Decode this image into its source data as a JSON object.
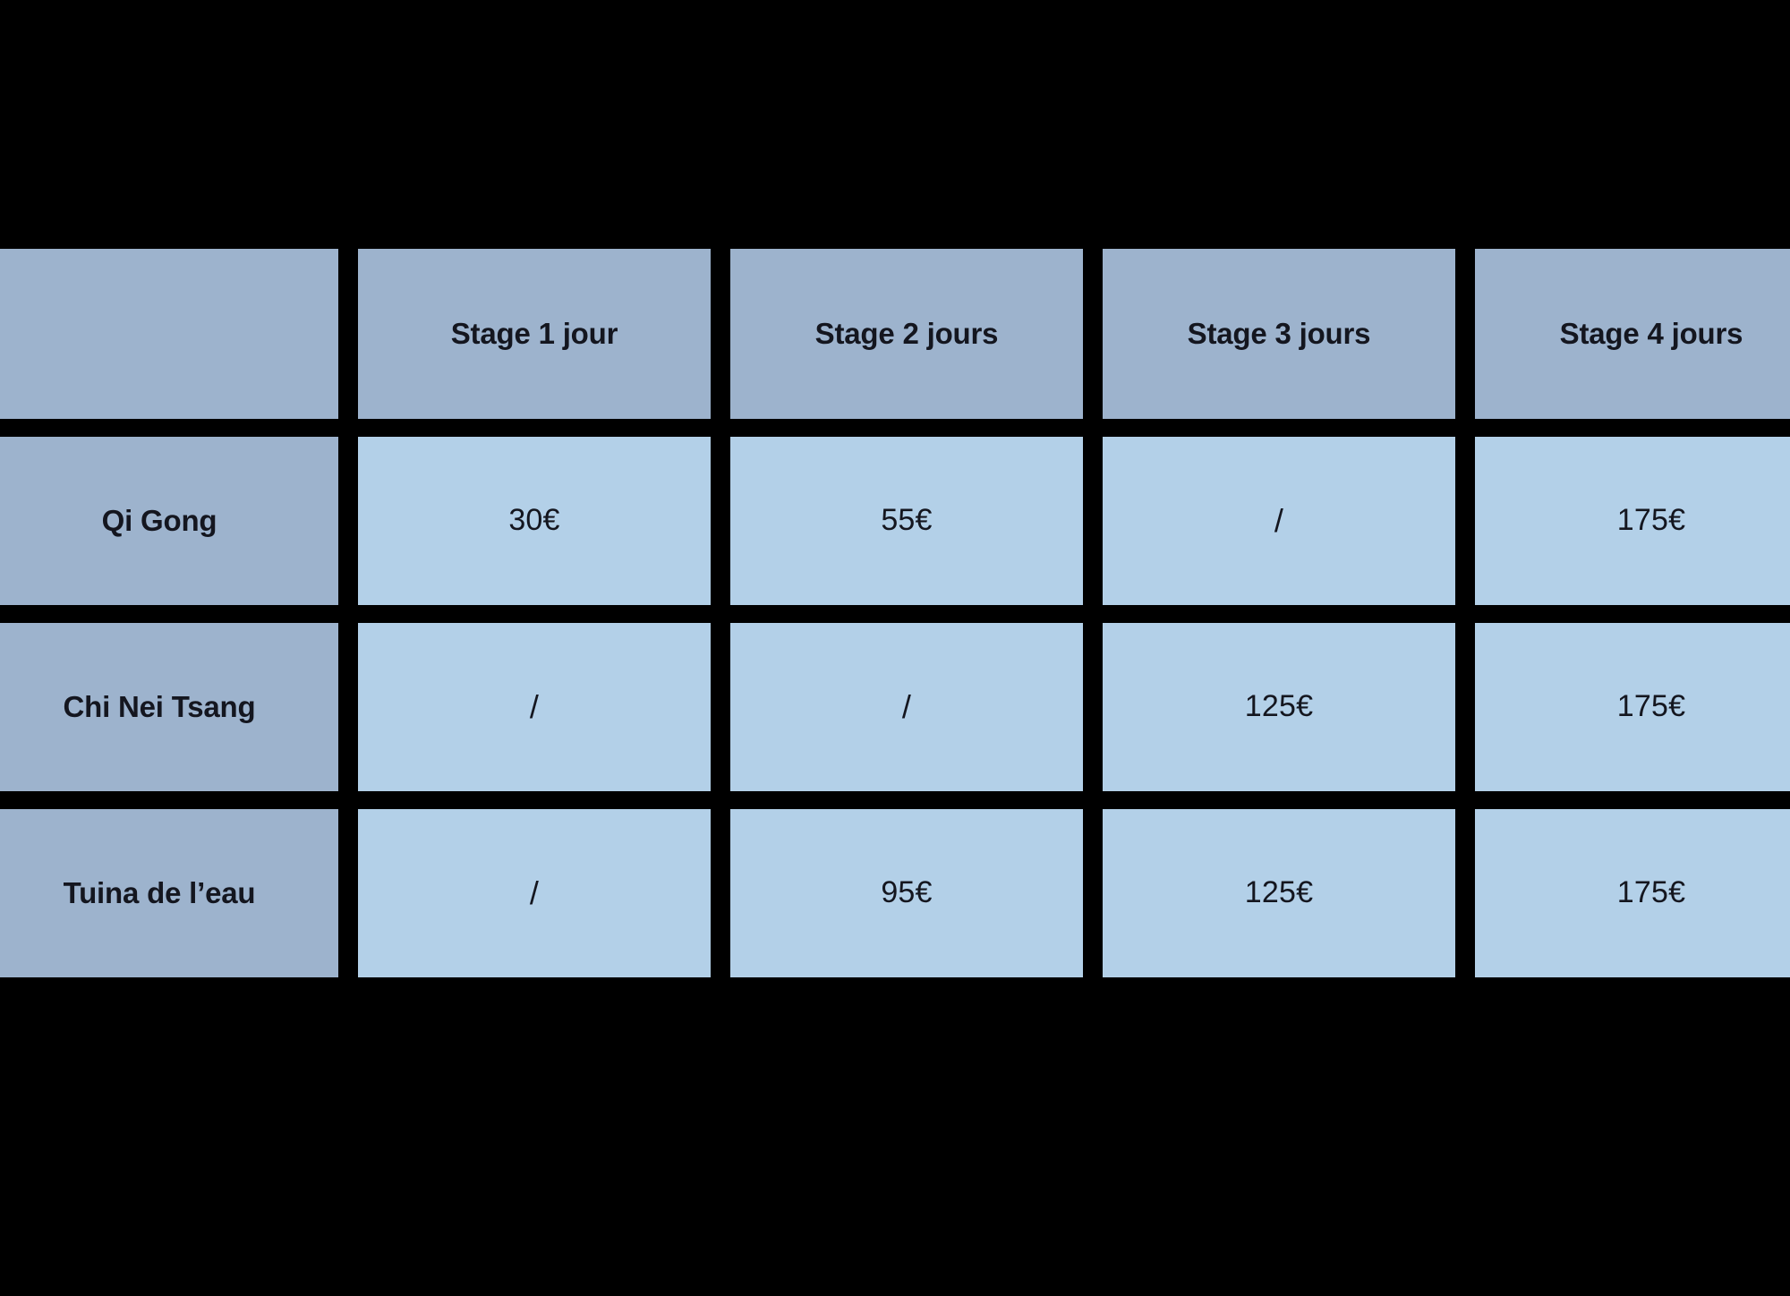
{
  "table": {
    "corner_label": "",
    "column_headers": [
      "Stage 1 jour",
      "Stage 2 jours",
      "Stage 3 jours",
      "Stage 4 jours"
    ],
    "rows": [
      {
        "label": "Qi Gong",
        "values": [
          "30€",
          "55€",
          "/",
          "175€"
        ]
      },
      {
        "label": "Chi Nei Tsang",
        "values": [
          "/",
          "/",
          "125€",
          "175€"
        ]
      },
      {
        "label": "Tuina de l’eau",
        "values": [
          "/",
          "95€",
          "125€",
          "175€"
        ]
      }
    ]
  },
  "colors": {
    "background": "#000000",
    "header_cell": "#9db3cd",
    "value_cell": "#b3d0e8",
    "text": "#14161f"
  }
}
